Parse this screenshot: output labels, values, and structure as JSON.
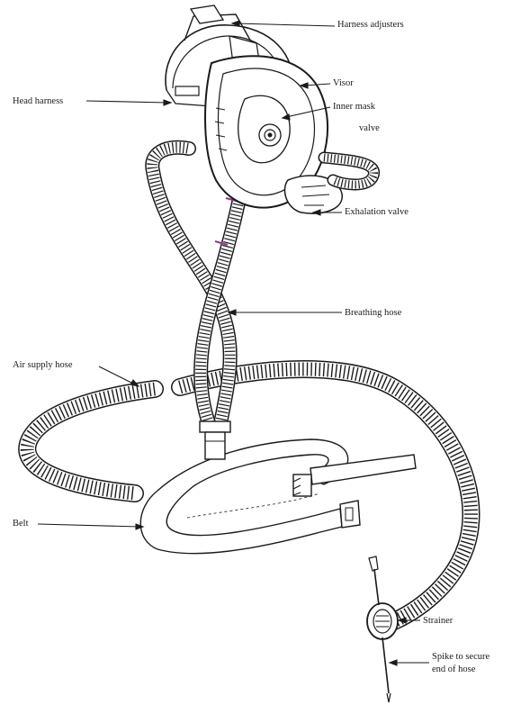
{
  "labels": {
    "harness_adjusters": "Harness adjusters",
    "head_harness": "Head harness",
    "visor": "Visor",
    "inner_mask": "Inner mask",
    "valve": "valve",
    "exhalation_valve": "Exhalation valve",
    "breathing_hose": "Breathing hose",
    "air_supply_hose": "Air supply hose",
    "belt": "Belt",
    "strainer": "Strainer",
    "spike_line1": "Spike to secure",
    "spike_line2": "end of hose"
  },
  "colors": {
    "ink": "#1a1a1a",
    "hose_highlight": "#8a3a8e",
    "background": "#ffffff"
  }
}
